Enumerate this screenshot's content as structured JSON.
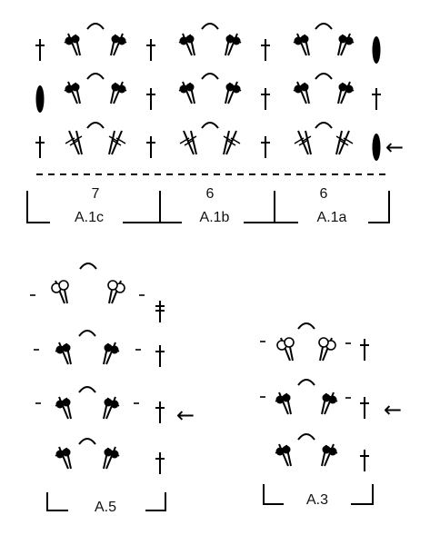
{
  "symbols": {
    "dc": "dagger-stitch",
    "tr": "double-dagger-stitch",
    "ch": "short-dash-chain",
    "bobble": "filled-oval",
    "cluster_filled": "filled-dot-cluster",
    "cluster_open": "open-dot-cluster",
    "cluster_crossed": "crossed-stitch-cluster",
    "direction_arrow": "left-arrow"
  },
  "top_chart": {
    "counts": [
      "7",
      "6",
      "6"
    ],
    "labels": [
      "A.1c",
      "A.1b",
      "A.1a"
    ]
  },
  "a5": {
    "label": "A.5"
  },
  "a3": {
    "label": "A.3"
  },
  "arrow_glyph": "←",
  "colors": {
    "ink": "#000000"
  }
}
